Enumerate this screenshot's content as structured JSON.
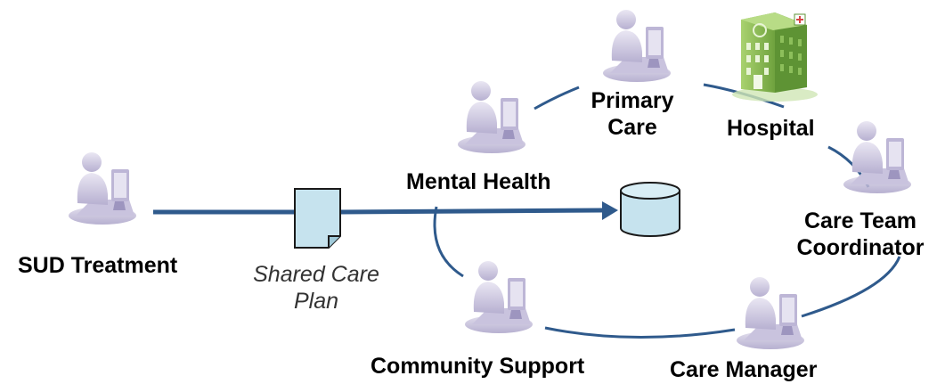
{
  "nodes": {
    "sud_treatment": "SUD Treatment",
    "shared_care_plan_line1": "Shared Care",
    "shared_care_plan_line2": "Plan",
    "mental_health": "Mental Health",
    "primary_care_line1": "Primary",
    "primary_care_line2": "Care",
    "hospital": "Hospital",
    "care_team_coordinator_line1": "Care Team",
    "care_team_coordinator_line2": "Coordinator",
    "care_manager": "Care Manager",
    "community_support": "Community Support"
  },
  "colors": {
    "line": "#2f5a8c",
    "document_fill": "#c6e3ee",
    "database_fill": "#c6e3ee",
    "person": "#d2cde4",
    "hospital": "#8fc05a"
  }
}
